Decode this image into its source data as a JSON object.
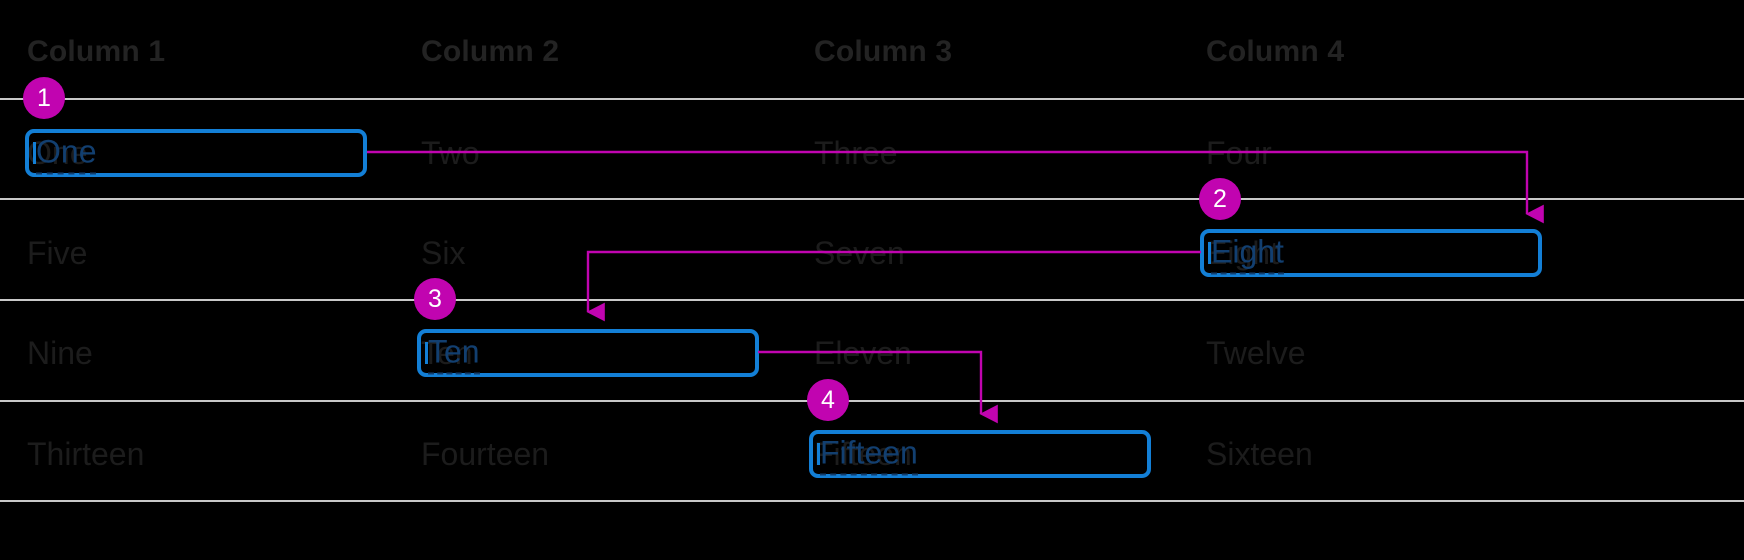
{
  "palette": {
    "background": "#000000",
    "rule": "#c9c9c9",
    "header_text": "#232323",
    "cell_text": "#1c1c1c",
    "focus_border": "#137fd6",
    "focus_text": "#123f70",
    "badge": "#c104b0",
    "connector": "#c104b0",
    "badge_text": "#ffffff"
  },
  "table": {
    "headers": [
      "Column 1",
      "Column 2",
      "Column 3",
      "Column 4"
    ],
    "rows": [
      [
        "One",
        "Two",
        "Three",
        "Four"
      ],
      [
        "Five",
        "Six",
        "Seven",
        "Eight"
      ],
      [
        "Nine",
        "Ten",
        "Eleven",
        "Twelve"
      ],
      [
        "Thirteen",
        "Fourteen",
        "Fifteen",
        "Sixteen"
      ]
    ]
  },
  "steps": [
    {
      "number": "1",
      "value": "One",
      "row": 1,
      "column": 1
    },
    {
      "number": "2",
      "value": "Eight",
      "row": 2,
      "column": 4
    },
    {
      "number": "3",
      "value": "Ten",
      "row": 3,
      "column": 2
    },
    {
      "number": "4",
      "value": "Fifteen",
      "row": 4,
      "column": 3
    }
  ]
}
